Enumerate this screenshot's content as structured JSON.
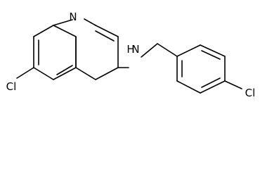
{
  "molecule": {
    "atoms": {
      "N_ring": "N",
      "NH": "H",
      "NH_N": "N",
      "Cl_left": "Cl",
      "Cl_right": "Cl"
    }
  }
}
